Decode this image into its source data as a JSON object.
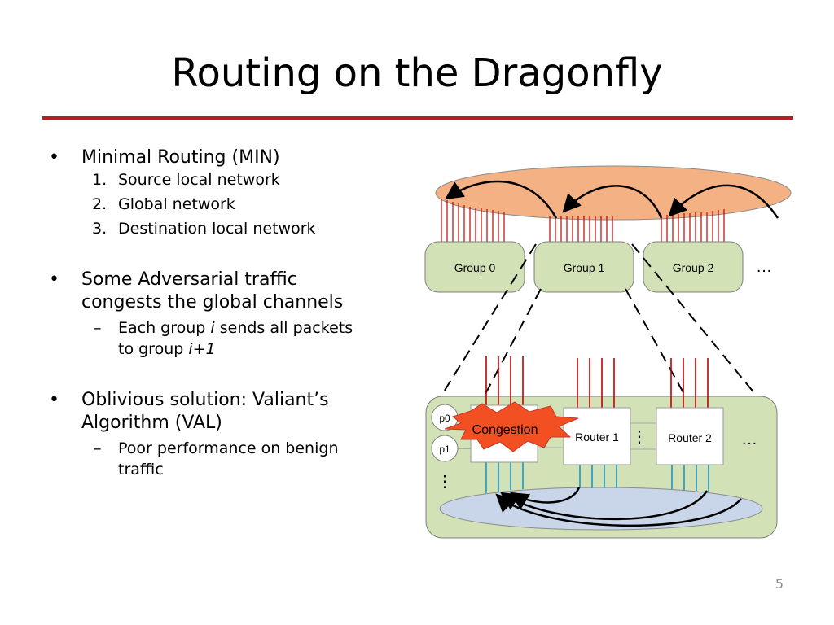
{
  "slide": {
    "title": "Routing on the Dragonfly",
    "page_number": "5"
  },
  "bullets": [
    {
      "text": "Minimal Routing (MIN)",
      "sub": [
        {
          "marker": "1.",
          "text": "Source local network"
        },
        {
          "marker": "2.",
          "text": "Global network"
        },
        {
          "marker": "3.",
          "text": "Destination local network"
        }
      ]
    },
    {
      "text_line1": "Some Adversarial traffic",
      "text_line2": "congests the global channels",
      "sub": [
        {
          "marker": "–",
          "pre": "Each group ",
          "italic": "i",
          "post": " sends all packets",
          "line2_pre": "to group ",
          "line2_italic": "i+1"
        }
      ]
    },
    {
      "text_line1": "Oblivious solution: Valiant’s",
      "text_line2": "Algorithm (VAL)",
      "sub": [
        {
          "marker": "–",
          "line1": "Poor performance on benign",
          "line2": "traffic"
        }
      ]
    }
  ],
  "diagram": {
    "groups": [
      "Group 0",
      "Group 1",
      "Group 2"
    ],
    "group_ellipsis": "…",
    "routers": [
      "Router 1",
      "Router 2"
    ],
    "router_ellipsis": "…",
    "ports": [
      "p0",
      "p1"
    ],
    "vertical_ellipsis": "⋮",
    "congestion_label": "Congestion",
    "colors": {
      "global_network": "#f4b183",
      "group_fill": "#d3e2b6",
      "local_network": "#c9d5e8",
      "global_links": "#c00000",
      "local_links": "#2e9fc6",
      "congestion": "#f25022",
      "title_rule": "#b22222"
    }
  }
}
